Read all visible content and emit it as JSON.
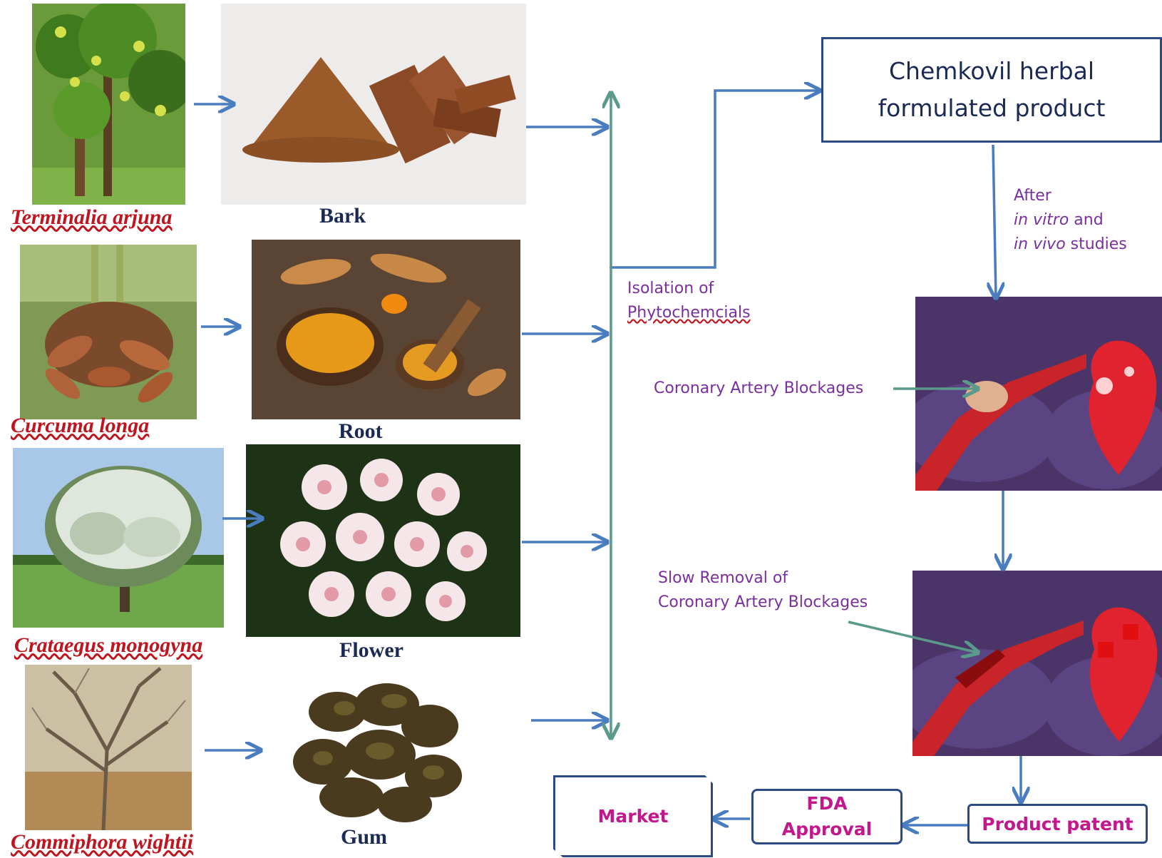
{
  "plants": [
    {
      "name": "Terminalia arjuna",
      "part": "Bark"
    },
    {
      "name": "Curcuma longa",
      "part": "Root"
    },
    {
      "name": "Crataegus monogyna",
      "part": "Flower"
    },
    {
      "name": "Commiphora wightii",
      "part": "Gum"
    }
  ],
  "process": {
    "isolation_line1": "Isolation of",
    "isolation_line2": "Phytochemcials",
    "product_line1": "Chemkovil herbal",
    "product_line2": "formulated product",
    "after_line1": "After",
    "after_line2_italic": "in vitro",
    "after_line2_rest": " and",
    "after_line3_italic": "in vivo",
    "after_line3_rest": " studies",
    "blockage_label": "Coronary Artery Blockages",
    "slow_removal_line1": "Slow Removal of",
    "slow_removal_line2": "Coronary Artery Blockages",
    "patent": "Product patent",
    "fda_line1": "FDA",
    "fda_line2": "Approval",
    "market": "Market"
  },
  "colors": {
    "blue_arrow": "#4a7cc0",
    "green_arrow": "#5a9a8a",
    "box_border": "#2c4a86",
    "plant_name": "#c0141e",
    "label_purple": "#7a2fa0",
    "label_magenta": "#c2188c"
  }
}
